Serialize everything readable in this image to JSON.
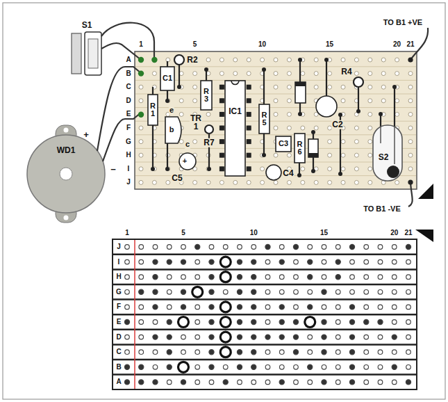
{
  "diagram": {
    "labels": [
      "TO B1 +VE",
      "S1",
      "1",
      "5",
      "10",
      "15",
      "20",
      "21",
      "A",
      "B",
      "C",
      "D",
      "E",
      "F",
      "G",
      "H",
      "I",
      "J",
      "R2",
      "C1",
      "R 3",
      "IC1",
      "R 1",
      "e",
      "b",
      "TR 1",
      "c",
      "R7",
      "R 5",
      "C3",
      "R 6",
      "C2",
      "R4",
      "C5",
      "+",
      "C4",
      "S2",
      "WD1",
      "+",
      "−",
      "TO B1 -VE",
      "J",
      "I",
      "H",
      "G",
      "F",
      "E",
      "D",
      "C",
      "B",
      "A",
      "1",
      "5",
      "10",
      "15",
      "20",
      "21"
    ]
  }
}
